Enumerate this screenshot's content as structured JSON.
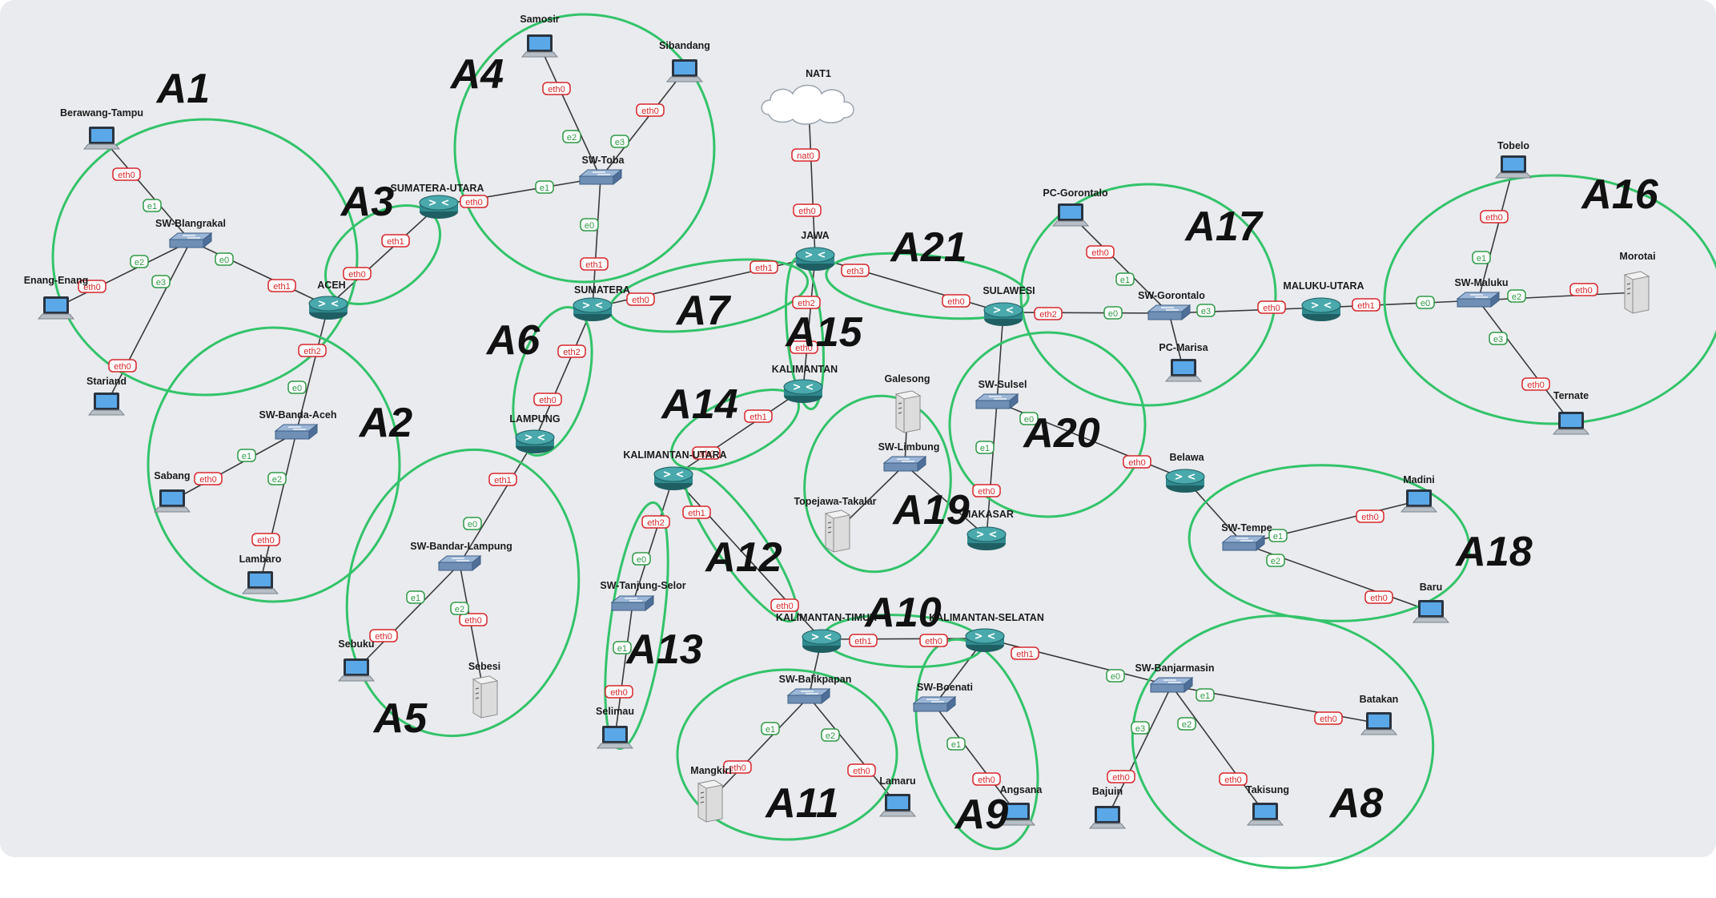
{
  "nat": {
    "label": "NAT1"
  },
  "routers": [
    {
      "id": "aceh",
      "label": "ACEH"
    },
    {
      "id": "sumut",
      "label": "SUMATERA-UTARA"
    },
    {
      "id": "sumatera",
      "label": "SUMATERA"
    },
    {
      "id": "lampung",
      "label": "LAMPUNG"
    },
    {
      "id": "jawa",
      "label": "JAWA"
    },
    {
      "id": "kalimantan",
      "label": "KALIMANTAN"
    },
    {
      "id": "kalut",
      "label": "KALIMANTAN-UTARA"
    },
    {
      "id": "kaltim",
      "label": "KALIMANTAN-TIMUR"
    },
    {
      "id": "kalsel",
      "label": "KALIMANTAN-SELATAN"
    },
    {
      "id": "sulawesi",
      "label": "SULAWESI"
    },
    {
      "id": "makasar",
      "label": "MAKASAR"
    },
    {
      "id": "belawa",
      "label": "Belawa"
    },
    {
      "id": "malut",
      "label": "MALUKU-UTARA"
    }
  ],
  "switches": [
    {
      "id": "sw_blang",
      "label": "SW-Blangrakal"
    },
    {
      "id": "sw_banda",
      "label": "SW-Banda-Aceh"
    },
    {
      "id": "sw_toba",
      "label": "SW-Toba"
    },
    {
      "id": "sw_bandar",
      "label": "SW-Bandar-Lampung"
    },
    {
      "id": "sw_tanjung",
      "label": "SW-Tanjung-Selor"
    },
    {
      "id": "sw_balik",
      "label": "SW-Balikpapan"
    },
    {
      "id": "sw_boenati",
      "label": "SW-Boenati"
    },
    {
      "id": "sw_banjar",
      "label": "SW-Banjarmasin"
    },
    {
      "id": "sw_limbung",
      "label": "SW-Limbung"
    },
    {
      "id": "sw_sulsel",
      "label": "SW-Sulsel"
    },
    {
      "id": "sw_tempe",
      "label": "SW-Tempe"
    },
    {
      "id": "sw_goron",
      "label": "SW-Gorontalo"
    },
    {
      "id": "sw_maluku",
      "label": "SW-Maluku"
    }
  ],
  "pcs": [
    {
      "id": "berawang",
      "label": "Berawang-Tampu"
    },
    {
      "id": "enang",
      "label": "Enang-Enang"
    },
    {
      "id": "stariand",
      "label": "Stariand"
    },
    {
      "id": "sabang",
      "label": "Sabang"
    },
    {
      "id": "lambaro",
      "label": "Lambaro"
    },
    {
      "id": "samosir",
      "label": "Samosir"
    },
    {
      "id": "sibandang",
      "label": "Sibandang"
    },
    {
      "id": "sebuku",
      "label": "Sebuku"
    },
    {
      "id": "selimau",
      "label": "Selimau"
    },
    {
      "id": "lamaru",
      "label": "Lamaru"
    },
    {
      "id": "angsana",
      "label": "Angsana"
    },
    {
      "id": "batakan",
      "label": "Batakan"
    },
    {
      "id": "bajuin",
      "label": "Bajuin"
    },
    {
      "id": "takisung",
      "label": "Takisung"
    },
    {
      "id": "madini",
      "label": "Madini"
    },
    {
      "id": "baru",
      "label": "Baru"
    },
    {
      "id": "pcgoron",
      "label": "PC-Gorontalo"
    },
    {
      "id": "pcmarisa",
      "label": "PC-Marisa"
    },
    {
      "id": "tobelo",
      "label": "Tobelo"
    },
    {
      "id": "ternate",
      "label": "Ternate"
    }
  ],
  "servers": [
    {
      "id": "sebesi",
      "label": "Sebesi"
    },
    {
      "id": "mangkiri",
      "label": "Mangkiri"
    },
    {
      "id": "galesong",
      "label": "Galesong"
    },
    {
      "id": "topejawa",
      "label": "Topejawa-Takalar"
    },
    {
      "id": "morotai",
      "label": "Morotai"
    }
  ],
  "links": [
    {
      "a": "nat1",
      "b": "jawa",
      "pa": "nat0",
      "pb": "eth0"
    },
    {
      "a": "berawang",
      "b": "sw_blang",
      "pa": "eth0",
      "pb": "e1"
    },
    {
      "a": "enang",
      "b": "sw_blang",
      "pa": "eth0",
      "pb": "e2"
    },
    {
      "a": "stariand",
      "b": "sw_blang",
      "pa": "eth0",
      "pb": "e3"
    },
    {
      "a": "sw_blang",
      "b": "aceh",
      "pa": "e0",
      "pb": "eth1"
    },
    {
      "a": "aceh",
      "b": "sumut",
      "pa": "eth0",
      "pb": "eth1"
    },
    {
      "a": "aceh",
      "b": "sw_banda",
      "pa": "eth2",
      "pb": "e0"
    },
    {
      "a": "sabang",
      "b": "sw_banda",
      "pa": "eth0",
      "pb": "e1"
    },
    {
      "a": "lambaro",
      "b": "sw_banda",
      "pa": "eth0",
      "pb": "e2"
    },
    {
      "a": "sumut",
      "b": "sw_toba",
      "pa": "eth0",
      "pb": "e1"
    },
    {
      "a": "samosir",
      "b": "sw_toba",
      "pa": "eth0",
      "pb": "e2"
    },
    {
      "a": "sibandang",
      "b": "sw_toba",
      "pa": "eth0",
      "pb": "e3"
    },
    {
      "a": "sw_toba",
      "b": "sumatera",
      "pa": "e0",
      "pb": "eth1"
    },
    {
      "a": "sumatera",
      "b": "jawa",
      "pa": "eth0",
      "pb": "eth1"
    },
    {
      "a": "sumatera",
      "b": "lampung",
      "pa": "eth2",
      "pb": "eth0"
    },
    {
      "a": "lampung",
      "b": "sw_bandar",
      "pa": "eth1",
      "pb": "e0"
    },
    {
      "a": "sebuku",
      "b": "sw_bandar",
      "pa": "eth0",
      "pb": "e1"
    },
    {
      "a": "sebesi",
      "b": "sw_bandar",
      "pa": "eth0",
      "pb": "e2"
    },
    {
      "a": "jawa",
      "b": "kalimantan",
      "pa": "eth2",
      "pb": "eth0"
    },
    {
      "a": "jawa",
      "b": "sulawesi",
      "pa": "eth3",
      "pb": "eth0"
    },
    {
      "a": "kalimantan",
      "b": "kalut",
      "pa": "eth1",
      "pb": "eth0"
    },
    {
      "a": "kalut",
      "b": "sw_tanjung",
      "pa": "eth2",
      "pb": "e0"
    },
    {
      "a": "selimau",
      "b": "sw_tanjung",
      "pa": "eth0",
      "pb": "e1"
    },
    {
      "a": "kalut",
      "b": "kaltim",
      "pa": "eth1",
      "pb": "eth0"
    },
    {
      "a": "kaltim",
      "b": "kalsel",
      "pa": "eth1",
      "pb": "eth0"
    },
    {
      "a": "kaltim",
      "b": "sw_balik",
      "pa": "",
      "pb": ""
    },
    {
      "a": "mangkiri",
      "b": "sw_balik",
      "pa": "eth0",
      "pb": "e1"
    },
    {
      "a": "lamaru",
      "b": "sw_balik",
      "pa": "eth0",
      "pb": "e2"
    },
    {
      "a": "kalsel",
      "b": "sw_boenati",
      "pa": "",
      "pb": ""
    },
    {
      "a": "angsana",
      "b": "sw_boenati",
      "pa": "eth0",
      "pb": "e1"
    },
    {
      "a": "kalsel",
      "b": "sw_banjar",
      "pa": "eth1",
      "pb": "e0"
    },
    {
      "a": "batakan",
      "b": "sw_banjar",
      "pa": "eth0",
      "pb": "e1"
    },
    {
      "a": "takisung",
      "b": "sw_banjar",
      "pa": "eth0",
      "pb": "e2"
    },
    {
      "a": "bajuin",
      "b": "sw_banjar",
      "pa": "eth0",
      "pb": "e3"
    },
    {
      "a": "galesong",
      "b": "sw_limbung",
      "pa": "",
      "pb": ""
    },
    {
      "a": "topejawa",
      "b": "sw_limbung",
      "pa": "",
      "pb": ""
    },
    {
      "a": "sw_limbung",
      "b": "makasar",
      "pa": "",
      "pb": ""
    },
    {
      "a": "sulawesi",
      "b": "sw_sulsel",
      "pa": "",
      "pb": ""
    },
    {
      "a": "sw_sulsel",
      "b": "makasar",
      "pa": "e1",
      "pb": "eth0"
    },
    {
      "a": "sw_sulsel",
      "b": "belawa",
      "pa": "e0",
      "pb": "eth0"
    },
    {
      "a": "belawa",
      "b": "sw_tempe",
      "pa": "",
      "pb": ""
    },
    {
      "a": "madini",
      "b": "sw_tempe",
      "pa": "eth0",
      "pb": "e1"
    },
    {
      "a": "baru",
      "b": "sw_tempe",
      "pa": "eth0",
      "pb": "e2"
    },
    {
      "a": "sulawesi",
      "b": "sw_goron",
      "pa": "eth2",
      "pb": "e0"
    },
    {
      "a": "pcgoron",
      "b": "sw_goron",
      "pa": "eth0",
      "pb": "e1"
    },
    {
      "a": "pcmarisa",
      "b": "sw_goron",
      "pa": "",
      "pb": ""
    },
    {
      "a": "sw_goron",
      "b": "malut",
      "pa": "e3",
      "pb": "eth0"
    },
    {
      "a": "malut",
      "b": "sw_maluku",
      "pa": "eth1",
      "pb": "e0"
    },
    {
      "a": "tobelo",
      "b": "sw_maluku",
      "pa": "eth0",
      "pb": "e1"
    },
    {
      "a": "morotai",
      "b": "sw_maluku",
      "pa": "eth0",
      "pb": "e2"
    },
    {
      "a": "ternate",
      "b": "sw_maluku",
      "pa": "eth0",
      "pb": "e3"
    }
  ],
  "areas": [
    {
      "id": "A1",
      "label": "A1"
    },
    {
      "id": "A2",
      "label": "A2"
    },
    {
      "id": "A3",
      "label": "A3"
    },
    {
      "id": "A4",
      "label": "A4"
    },
    {
      "id": "A5",
      "label": "A5"
    },
    {
      "id": "A6",
      "label": "A6"
    },
    {
      "id": "A7",
      "label": "A7"
    },
    {
      "id": "A8",
      "label": "A8"
    },
    {
      "id": "A9",
      "label": "A9"
    },
    {
      "id": "A10",
      "label": "A10"
    },
    {
      "id": "A11",
      "label": "A11"
    },
    {
      "id": "A12",
      "label": "A12"
    },
    {
      "id": "A13",
      "label": "A13"
    },
    {
      "id": "A14",
      "label": "A14"
    },
    {
      "id": "A15",
      "label": "A15"
    },
    {
      "id": "A16",
      "label": "A16"
    },
    {
      "id": "A17",
      "label": "A17"
    },
    {
      "id": "A18",
      "label": "A18"
    },
    {
      "id": "A19",
      "label": "A19"
    },
    {
      "id": "A20",
      "label": "A20"
    },
    {
      "id": "A21",
      "label": "A21"
    }
  ],
  "colors": {
    "background": "#e9ebee",
    "area_outline": "#33c36a",
    "link": "#3a3a3a",
    "port_red": "#d8262b",
    "port_green": "#2e9a46",
    "router": "#2f8a8f",
    "switch": "#6f8fb4"
  }
}
